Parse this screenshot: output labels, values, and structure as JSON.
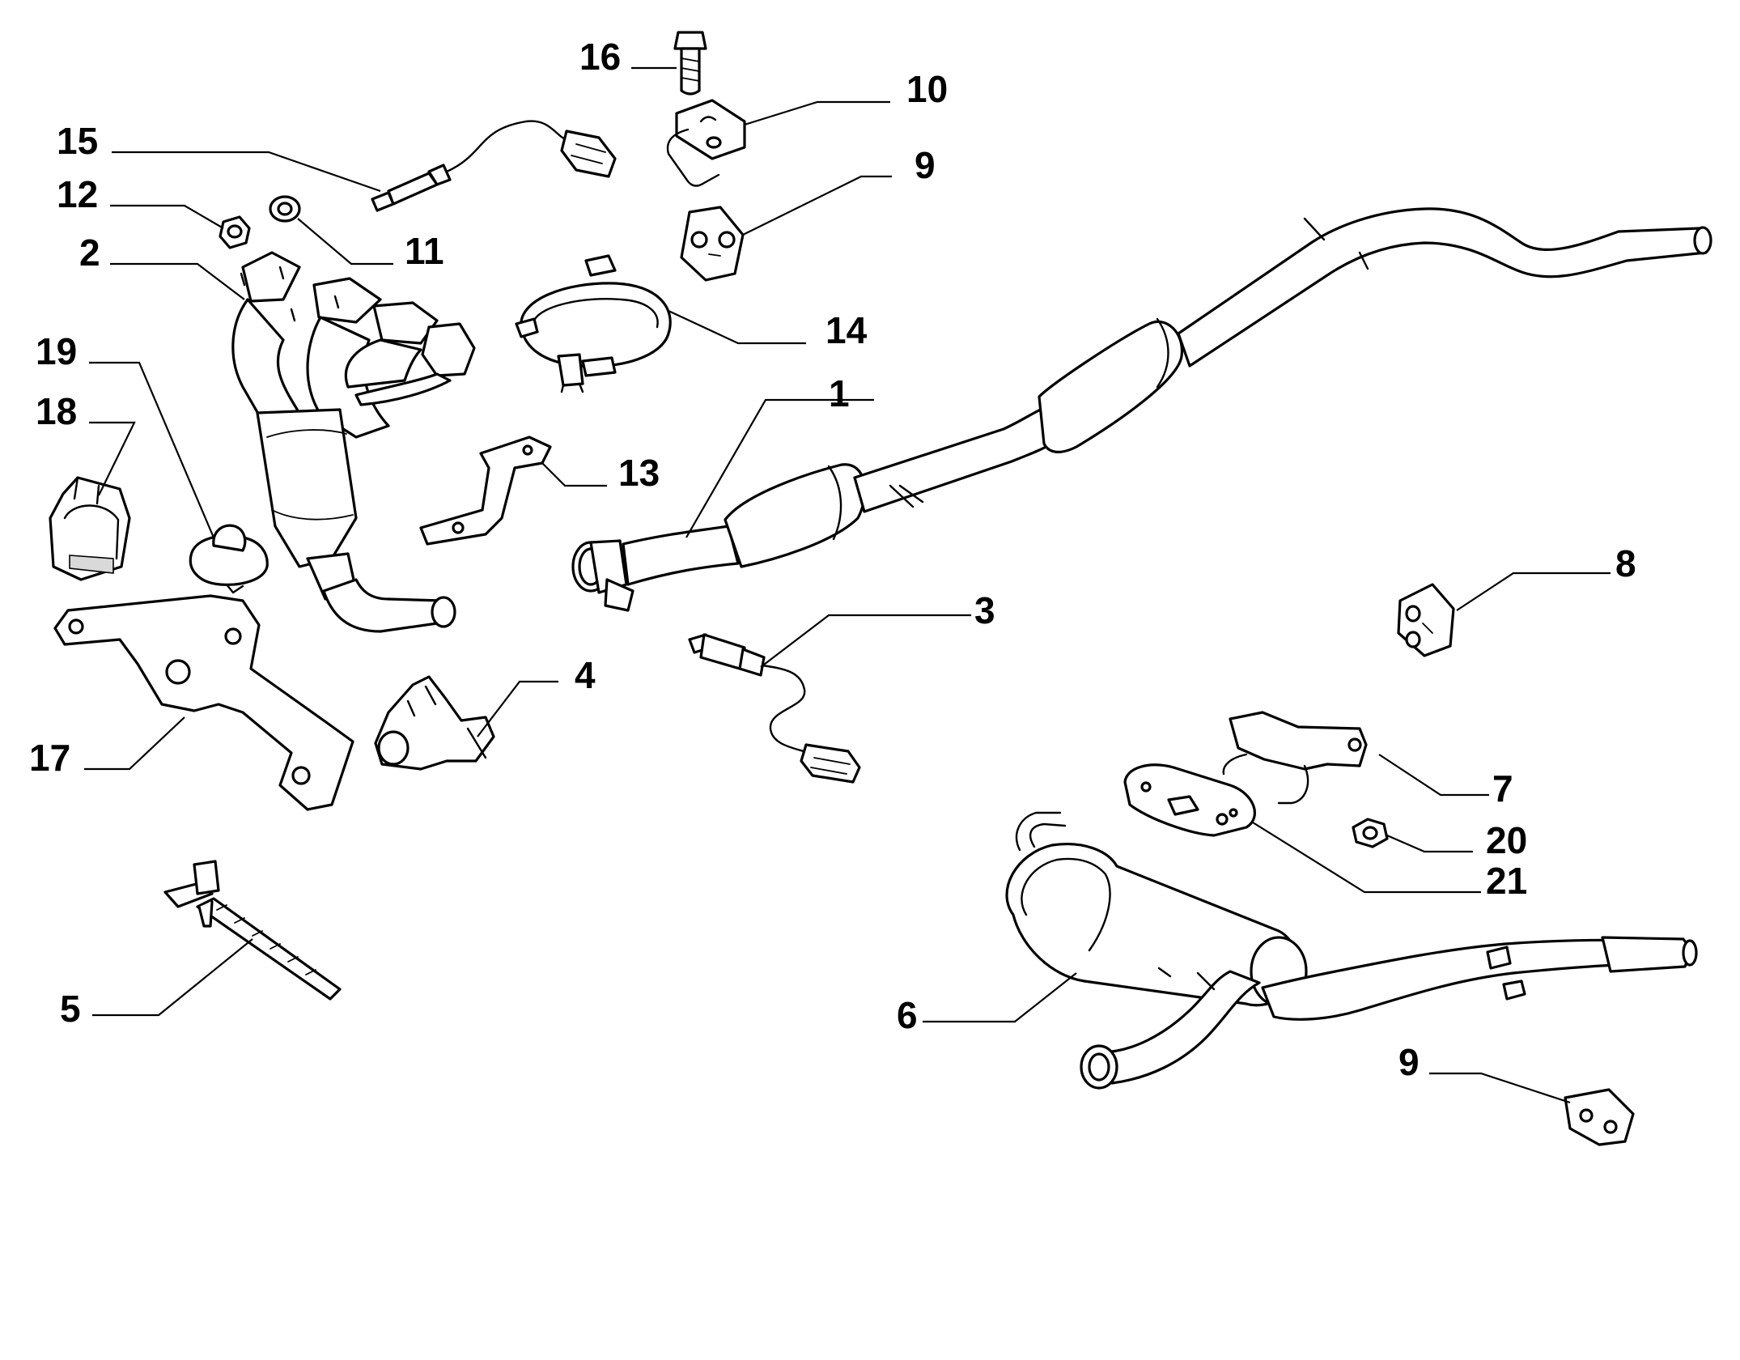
{
  "colors": {
    "line": "#000000",
    "background": "#ffffff",
    "shading": "#d9d9d9"
  },
  "callouts": {
    "c1": "1",
    "c2": "2",
    "c3": "3",
    "c4": "4",
    "c5": "5",
    "c6": "6",
    "c7": "7",
    "c8": "8",
    "c9a": "9",
    "c9b": "9",
    "c10": "10",
    "c11": "11",
    "c12": "12",
    "c13": "13",
    "c14": "14",
    "c15": "15",
    "c16": "16",
    "c17": "17",
    "c18": "18",
    "c19": "19",
    "c20": "20",
    "c21": "21"
  }
}
